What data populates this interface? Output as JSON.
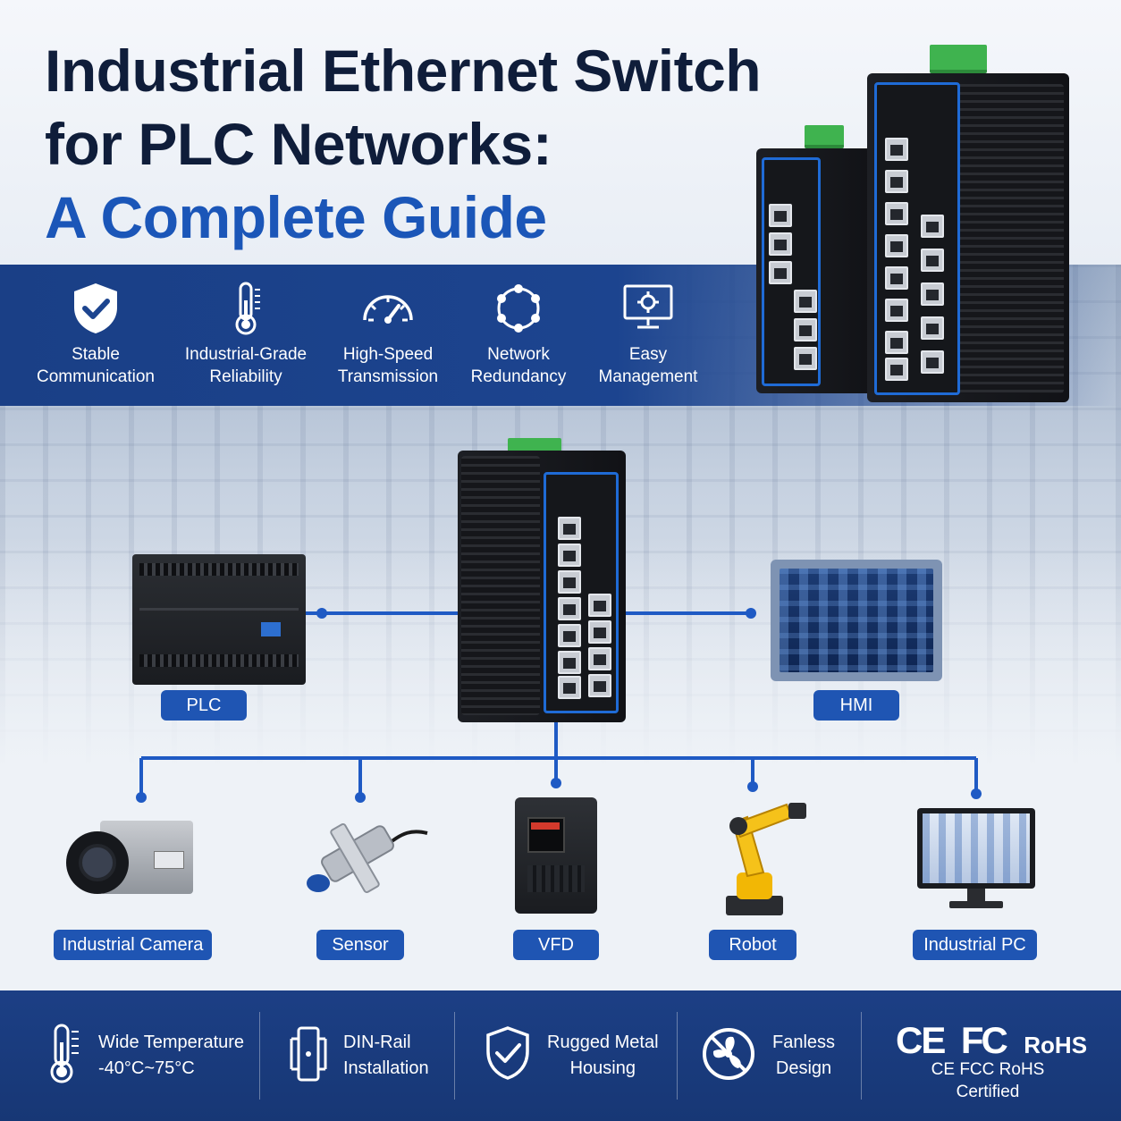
{
  "title": {
    "line1": "Industrial Ethernet Switch",
    "line2": "for PLC Networks:",
    "line3": "A Complete Guide"
  },
  "features": [
    {
      "label": "Stable\nCommunication",
      "icon": "shield-check-icon"
    },
    {
      "label": "Industrial-Grade\nReliability",
      "icon": "thermometer-icon"
    },
    {
      "label": "High-Speed\nTransmission",
      "icon": "speedometer-icon"
    },
    {
      "label": "Network\nRedundancy",
      "icon": "ring-network-icon"
    },
    {
      "label": "Easy\nManagement",
      "icon": "monitor-gear-icon"
    }
  ],
  "nodes": {
    "plc": "PLC",
    "hmi": "HMI",
    "devices": [
      {
        "label": "Industrial Camera"
      },
      {
        "label": "Sensor"
      },
      {
        "label": "VFD"
      },
      {
        "label": "Robot"
      },
      {
        "label": "Industrial PC"
      }
    ]
  },
  "specs": [
    {
      "text": "Wide Temperature\n-40°C~75°C",
      "icon": "thermometer-icon"
    },
    {
      "text": "DIN-Rail\nInstallation",
      "icon": "din-rail-icon"
    },
    {
      "text": "Rugged Metal\nHousing",
      "icon": "shield-check-icon"
    },
    {
      "text": "Fanless\nDesign",
      "icon": "no-fan-icon"
    }
  ],
  "certification": {
    "marks": [
      "CE",
      "FC",
      "RoHS"
    ],
    "text": "CE FCC RoHS\nCertified"
  },
  "colors": {
    "navy": "#0f1d3a",
    "accent_blue": "#1b56b8",
    "band_blue": "#1c448f",
    "tag_blue": "#1f55b3",
    "terminal_green": "#3fb34f"
  }
}
